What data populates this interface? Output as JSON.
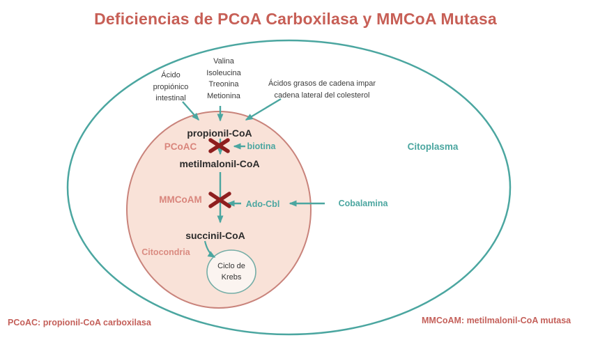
{
  "title": "Deficiencias de PCoA Carboxilasa y MMCoA Mutasa",
  "regions": {
    "cytoplasm": "Citoplasma",
    "mitochondria": "Citocondria"
  },
  "sources": {
    "propionic_acid": [
      "Ácido",
      "propiónico",
      "intestinal"
    ],
    "amino_acids": [
      "Valina",
      "Isoleucina",
      "Treonina",
      "Metionina"
    ],
    "fatty_acids": [
      "Ácidos grasos de cadena impar",
      "cadena lateral del colesterol"
    ]
  },
  "pathway": {
    "propionyl_coa": "propionil-CoA",
    "methylmalonyl_coa": "metilmalonil-CoA",
    "succinyl_coa": "succinil-CoA",
    "krebs_cycle": [
      "Ciclo de",
      "Krebs"
    ]
  },
  "enzymes": {
    "pcoac": "PCoAC",
    "mmcoam": "MMCoAM"
  },
  "cofactors": {
    "biotin": "biotina",
    "ado_cbl": "Ado-Cbl",
    "cobalamin": "Cobalamina"
  },
  "legend": {
    "pcoac_definition": "PCoAC: propionil-CoA carboxilasa",
    "mmcoam_definition": "MMCoAM: metilmalonil-CoA mutasa"
  },
  "icons": {
    "flow-arrow-icon": "→",
    "inhibition-x-icon": "✗"
  },
  "colors": {
    "teal": "#4BA6A0",
    "title_red": "#C75F56",
    "enzyme_salmon": "#D9857C",
    "legend_red": "#C4605A",
    "blocked_x_red": "#8E1E1E",
    "mitochondria_fill": "#F9E2D8",
    "mitochondria_border": "#C9837B",
    "text_dark": "#2B2B2B"
  }
}
